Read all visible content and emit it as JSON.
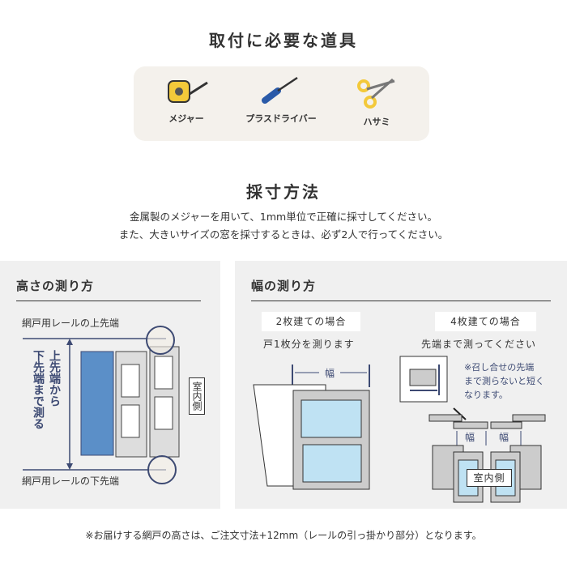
{
  "tools_section": {
    "title": "取付に必要な道具",
    "items": [
      {
        "label": "メジャー",
        "icon": "tape-measure-icon"
      },
      {
        "label": "プラスドライバー",
        "icon": "screwdriver-icon"
      },
      {
        "label": "ハサミ",
        "icon": "scissors-icon"
      }
    ]
  },
  "measure_section": {
    "title": "採寸方法",
    "lines": [
      "金属製のメジャーを用いて、1mm単位で正確に採寸してください。",
      "また、大きいサイズの窓を採寸するときは、必ず2人で行ってください。"
    ]
  },
  "height_panel": {
    "title": "高さの測り方",
    "top_label": "網戸用レールの上先端",
    "bottom_label": "網戸用レールの下先端",
    "vertical_col1": "上先端から",
    "vertical_col2": "下先端まで測る",
    "indoor": "室内側"
  },
  "width_panel": {
    "title": "幅の測り方",
    "two": {
      "heading": "2枚建ての場合",
      "sub": "戸1枚分を測ります",
      "width": "幅"
    },
    "four": {
      "heading": "4枚建ての場合",
      "sub": "先端まで測ってください",
      "note": [
        "※召し合せの先端",
        "まで測らないと短く",
        "なります。"
      ],
      "width": "幅",
      "indoor": "室内側"
    }
  },
  "footnote": "※お届けする網戸の高さは、ご注文寸法+12mm（レールの引っ掛かり部分）となります。",
  "colors": {
    "navy": "#3d4a73",
    "blue": "#5b8fc8",
    "glass": "#bfe2f3",
    "yellow": "#f3c93a"
  }
}
